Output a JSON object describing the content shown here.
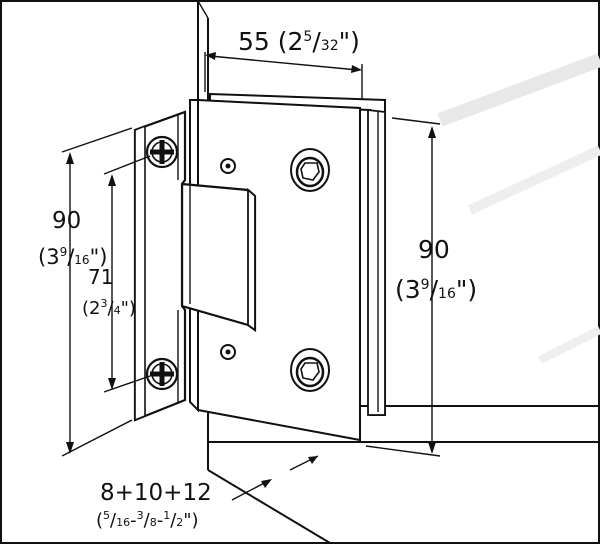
{
  "dimensions": {
    "width": {
      "value": "55",
      "frac_whole": "2",
      "frac_num": "5",
      "frac_den": "32"
    },
    "height_left": {
      "value": "90",
      "frac_whole": "3",
      "frac_num": "9",
      "frac_den": "16"
    },
    "height_right": {
      "value": "90",
      "frac_whole": "3",
      "frac_num": "9",
      "frac_den": "16"
    },
    "hole_spacing": {
      "value": "71",
      "frac_whole": "2",
      "frac_num": "3",
      "frac_den": "4"
    },
    "glass_thickness": {
      "value": "8+10+12",
      "a_num": "5",
      "a_den": "16",
      "b_num": "3",
      "b_den": "8",
      "c_num": "1",
      "c_den": "2"
    }
  },
  "colors": {
    "line": "#111111",
    "frame": "#ffffff",
    "background": "#ffffff"
  }
}
